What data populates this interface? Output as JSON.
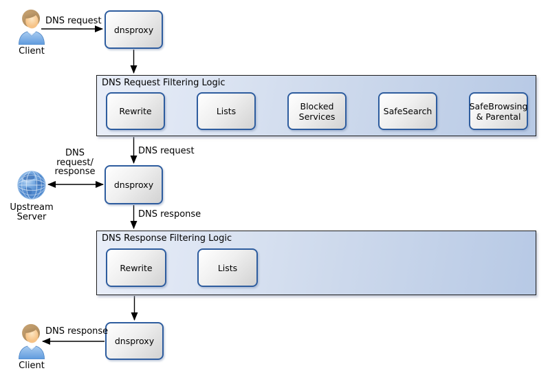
{
  "colors": {
    "node_border": "#2d5c9e",
    "node_fill_light": "#ffffff",
    "node_fill_dark": "#d2d2d2",
    "group_fill_left": "#e9eef8",
    "group_fill_right": "#b7c9e5",
    "group_border": "#1c1c1c",
    "arrow": "#000000"
  },
  "actors": {
    "client_top": {
      "label": "Client"
    },
    "upstream_server": {
      "label": "Upstream Server"
    },
    "client_bottom": {
      "label": "Client"
    }
  },
  "proxies": {
    "top": {
      "label": "dnsproxy"
    },
    "middle": {
      "label": "dnsproxy"
    },
    "bottom": {
      "label": "dnsproxy"
    }
  },
  "request_filter": {
    "title": "DNS Request Filtering Logic",
    "steps": [
      "Rewrite",
      "Lists",
      "Blocked Services",
      "SafeSearch",
      "SafeBrowsing & Parental"
    ]
  },
  "response_filter": {
    "title": "DNS Response Filtering Logic",
    "steps": [
      "Rewrite",
      "Lists"
    ]
  },
  "edge_labels": {
    "client_to_proxy": "DNS request",
    "proxy_to_request_filter": "DNS request",
    "proxy_upstream_exchange": "DNS request/ response",
    "proxy_to_response_filter": "DNS response",
    "proxy_to_client": "DNS response"
  }
}
